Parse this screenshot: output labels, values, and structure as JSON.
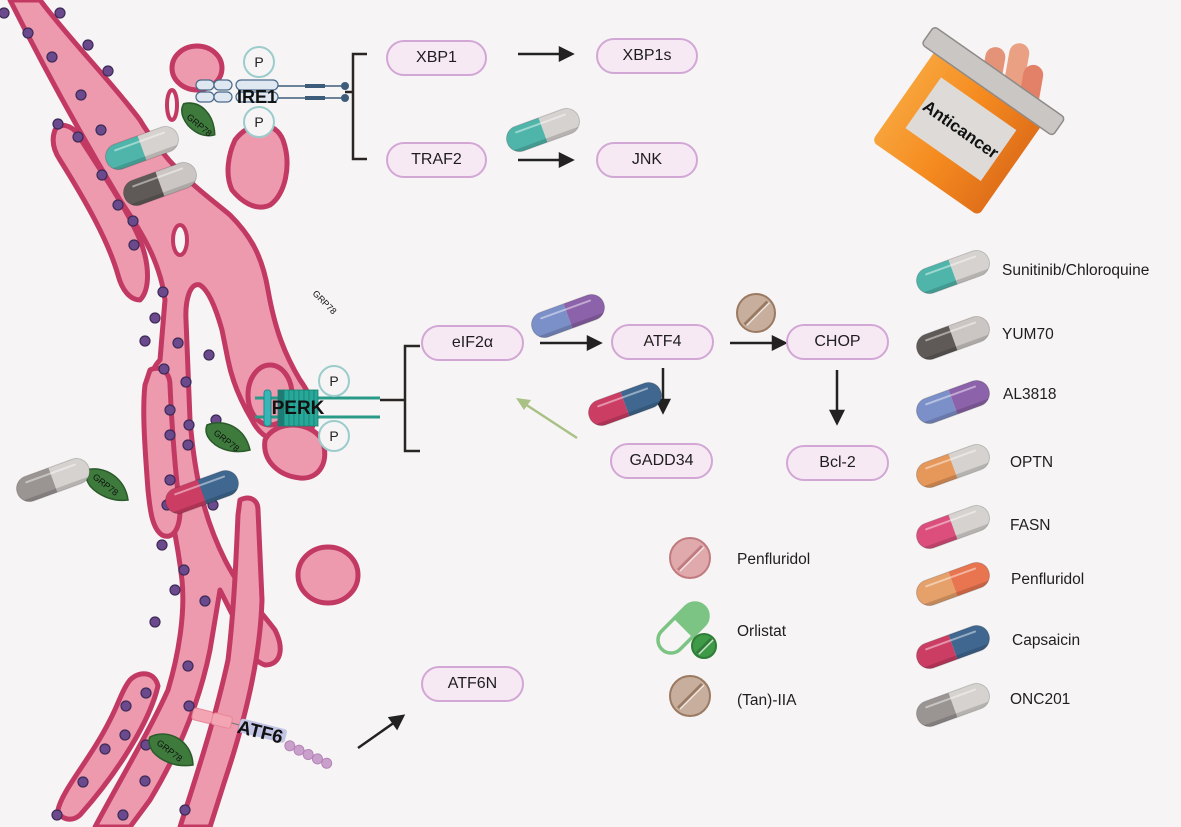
{
  "title": "ER stress signaling pathways targeted by anticancer drugs",
  "colors": {
    "background": "#f6f4f5",
    "er_fill": "#ed9aae",
    "er_stroke": "#c23a63",
    "ribosome": "#6a4a8c",
    "grp78": "#3d7a3c",
    "node_fill": "#f7e9f4",
    "node_border": "#d2a7d5",
    "arrow": "#222222",
    "feedback_arrow": "#a9c185"
  },
  "receptors": {
    "ire1": "IRE1",
    "perk": "PERK",
    "atf6": "ATF6",
    "phospho": "P",
    "grp78": "GRP78"
  },
  "nodes": {
    "xbp1": "XBP1",
    "xbp1s": "XBP1s",
    "traf2": "TRAF2",
    "jnk": "JNK",
    "eif2a": "eIF2α",
    "atf4": "ATF4",
    "chop": "CHOP",
    "gadd34": "GADD34",
    "bcl2": "Bcl-2",
    "atf6n": "ATF6N"
  },
  "bottle": {
    "label": "Anticancer"
  },
  "capsule_legend": [
    {
      "label": "Sunitinib/Chloroquine",
      "left": "#4fb5aa",
      "right": "#d6d2cf"
    },
    {
      "label": "YUM70",
      "left": "#5f5a58",
      "right": "#cbc6c3"
    },
    {
      "label": "AL3818",
      "left": "#7b8fc8",
      "right": "#8c62aa"
    },
    {
      "label": "OPTN",
      "left": "#e6975a",
      "right": "#d6d2cf"
    },
    {
      "label": "FASN",
      "left": "#dc4f7c",
      "right": "#d6d2cf"
    },
    {
      "label": "Penfluridol",
      "left": "#e6a06a",
      "right": "#e8754f"
    },
    {
      "label": "Capsaicin",
      "left": "#cc3d64",
      "right": "#3f6790"
    },
    {
      "label": "ONC201",
      "left": "#9a9593",
      "right": "#d6d2cf"
    }
  ],
  "tablet_legend": [
    {
      "label": "Penfluridol",
      "color": "#e0a9ab",
      "edge": "#c07b80",
      "type": "tablet"
    },
    {
      "label": "Orlistat",
      "color": "#7cc483",
      "edge": "#3e9a46",
      "type": "capsule-tablet"
    },
    {
      "label": "(Tan)-IIA",
      "color": "#c8ae9c",
      "edge": "#9a7a62",
      "type": "tablet"
    }
  ]
}
